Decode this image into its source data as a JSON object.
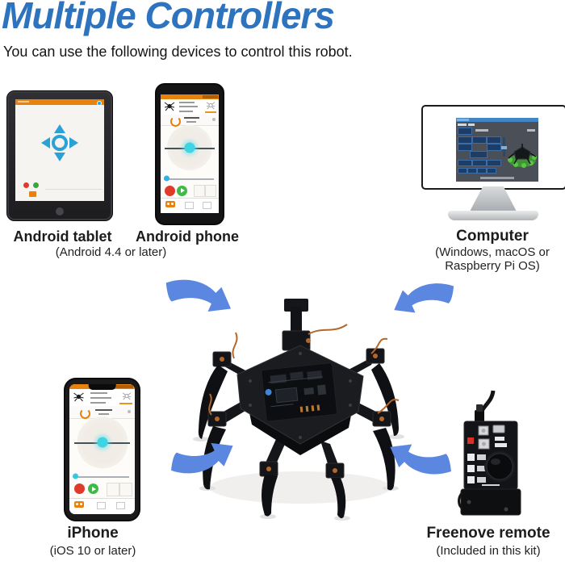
{
  "page": {
    "title": "Multiple Controllers",
    "subtitle": "You can use the following devices to control this robot."
  },
  "devices": {
    "android_tablet": {
      "label": "Android tablet",
      "note": "(Android 4.4 or later)"
    },
    "android_phone": {
      "label": "Android phone"
    },
    "computer": {
      "label": "Computer",
      "note": "(Windows, macOS or Raspberry Pi OS)"
    },
    "iphone": {
      "label": "iPhone",
      "note": "(iOS 10 or later)"
    },
    "remote": {
      "label": "Freenove remote",
      "note": "(Included in this kit)"
    }
  },
  "colors": {
    "title_blue": "#2d73bd",
    "arrow_blue": "#5b87e0",
    "app_orange": "#e8820c",
    "dpad_blue": "#2ba1d6",
    "joystick_cyan": "#3fd4e4",
    "record_red": "#e03a2a",
    "play_green": "#3dbb44",
    "computer_titlebar_blue": "#4285c4",
    "robot_highlight_green": "#57c93f"
  },
  "icons": [
    "dpad-icon",
    "record-icon",
    "play-icon",
    "gamepad-icon",
    "gear-icon",
    "refresh-icon",
    "spider-logo-icon",
    "joystick-icon",
    "home-button-icon",
    "arrow-to-robot-icon"
  ]
}
